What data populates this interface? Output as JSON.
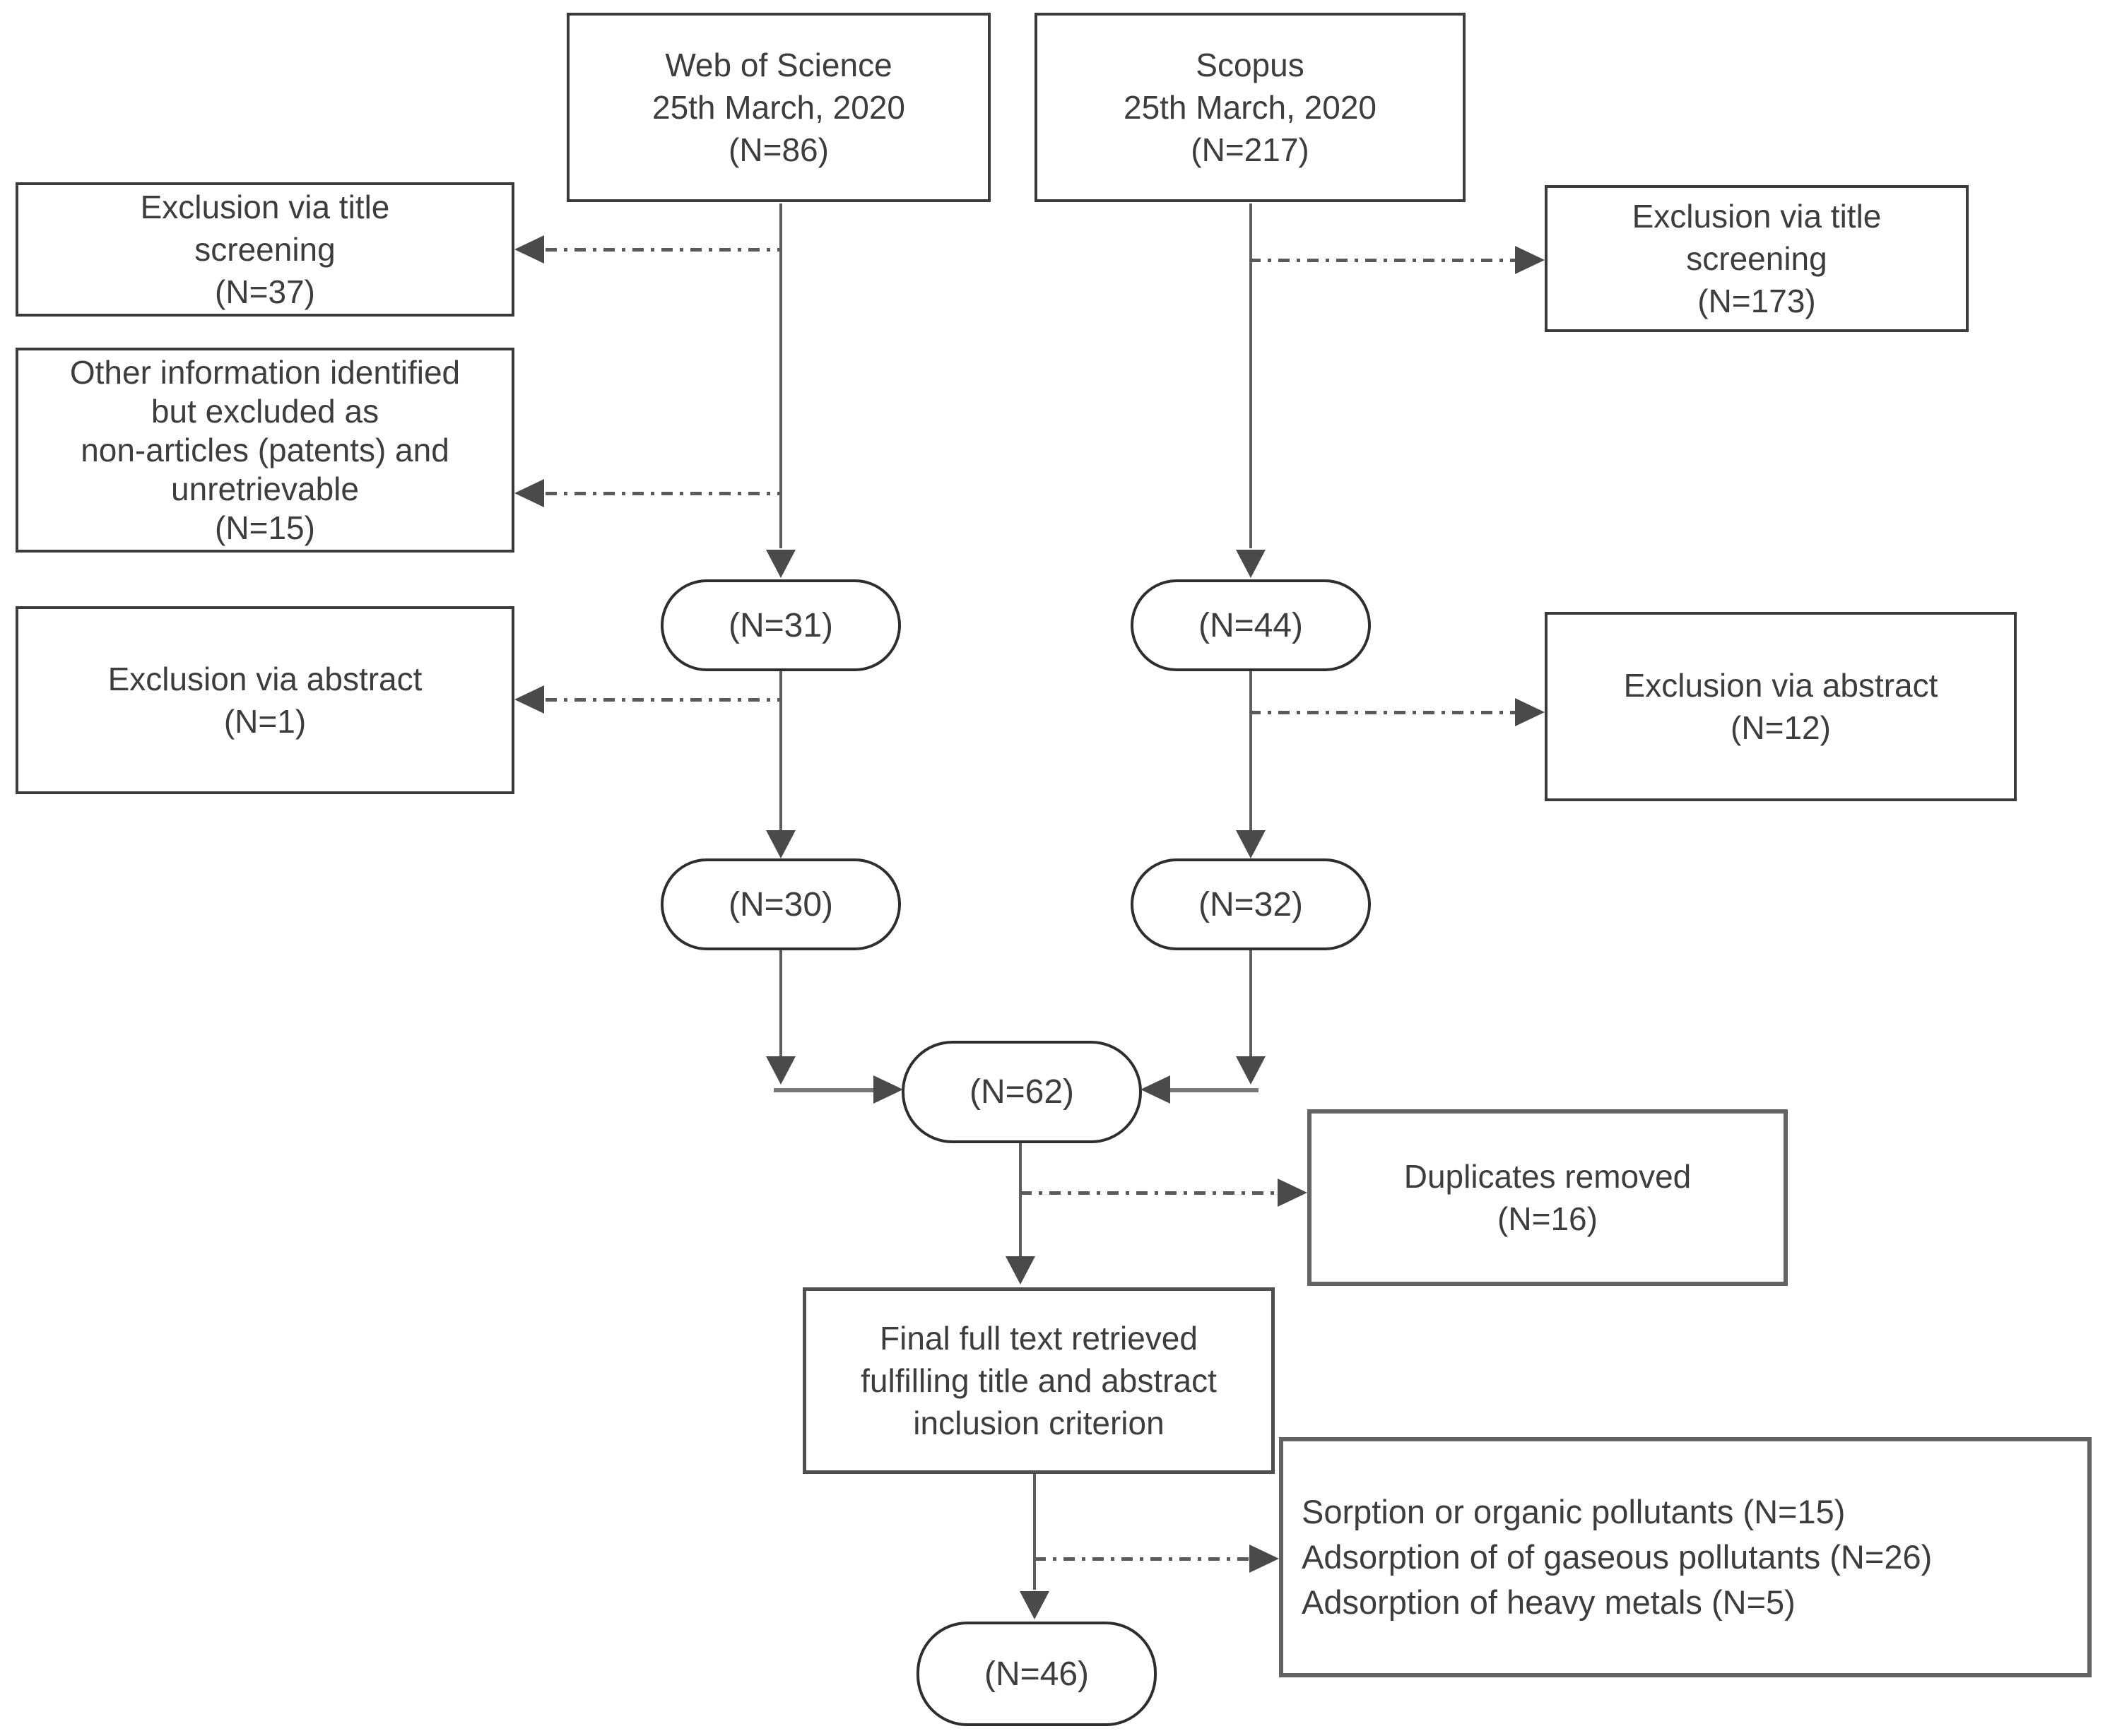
{
  "diagram": {
    "type": "flowchart",
    "colors": {
      "box_border": "#3a3a3a",
      "gray_border": "#636363",
      "text": "#3d3d3d",
      "arrow": "#4a4a4a"
    },
    "nodes": {
      "web_of_science": {
        "lines": [
          "Web of Science",
          "25th March, 2020",
          "(N=86)"
        ]
      },
      "scopus": {
        "lines": [
          "Scopus",
          "25th March, 2020",
          "(N=217)"
        ]
      },
      "exclusion_title_wos": {
        "lines": [
          "Exclusion via title",
          "screening",
          "(N=37)"
        ]
      },
      "other_information": {
        "lines": [
          "Other information identified",
          "but excluded as",
          "non-articles (patents) and",
          "unretrievable",
          "(N=15)"
        ]
      },
      "exclusion_abstract_wos": {
        "lines": [
          "Exclusion via abstract",
          "(N=1)"
        ]
      },
      "exclusion_title_scopus": {
        "lines": [
          "Exclusion via title",
          "screening",
          "(N=173)"
        ]
      },
      "exclusion_abstract_scopus": {
        "lines": [
          "Exclusion via abstract",
          "(N=12)"
        ]
      },
      "n31": {
        "label": "(N=31)"
      },
      "n44": {
        "label": "(N=44)"
      },
      "n30": {
        "label": "(N=30)"
      },
      "n32": {
        "label": "(N=32)"
      },
      "n62": {
        "label": "(N=62)"
      },
      "n46": {
        "label": "(N=46)"
      },
      "duplicates_removed": {
        "lines": [
          "Duplicates removed",
          "(N=16)"
        ]
      },
      "final_full_text": {
        "lines": [
          "Final full text retrieved",
          "fulfilling title and abstract",
          "inclusion criterion"
        ]
      },
      "outcome_categories": {
        "lines": [
          "Sorption or organic pollutants (N=15)",
          "Adsorption of of gaseous pollutants (N=26)",
          "Adsorption of heavy metals (N=5)"
        ]
      }
    }
  }
}
